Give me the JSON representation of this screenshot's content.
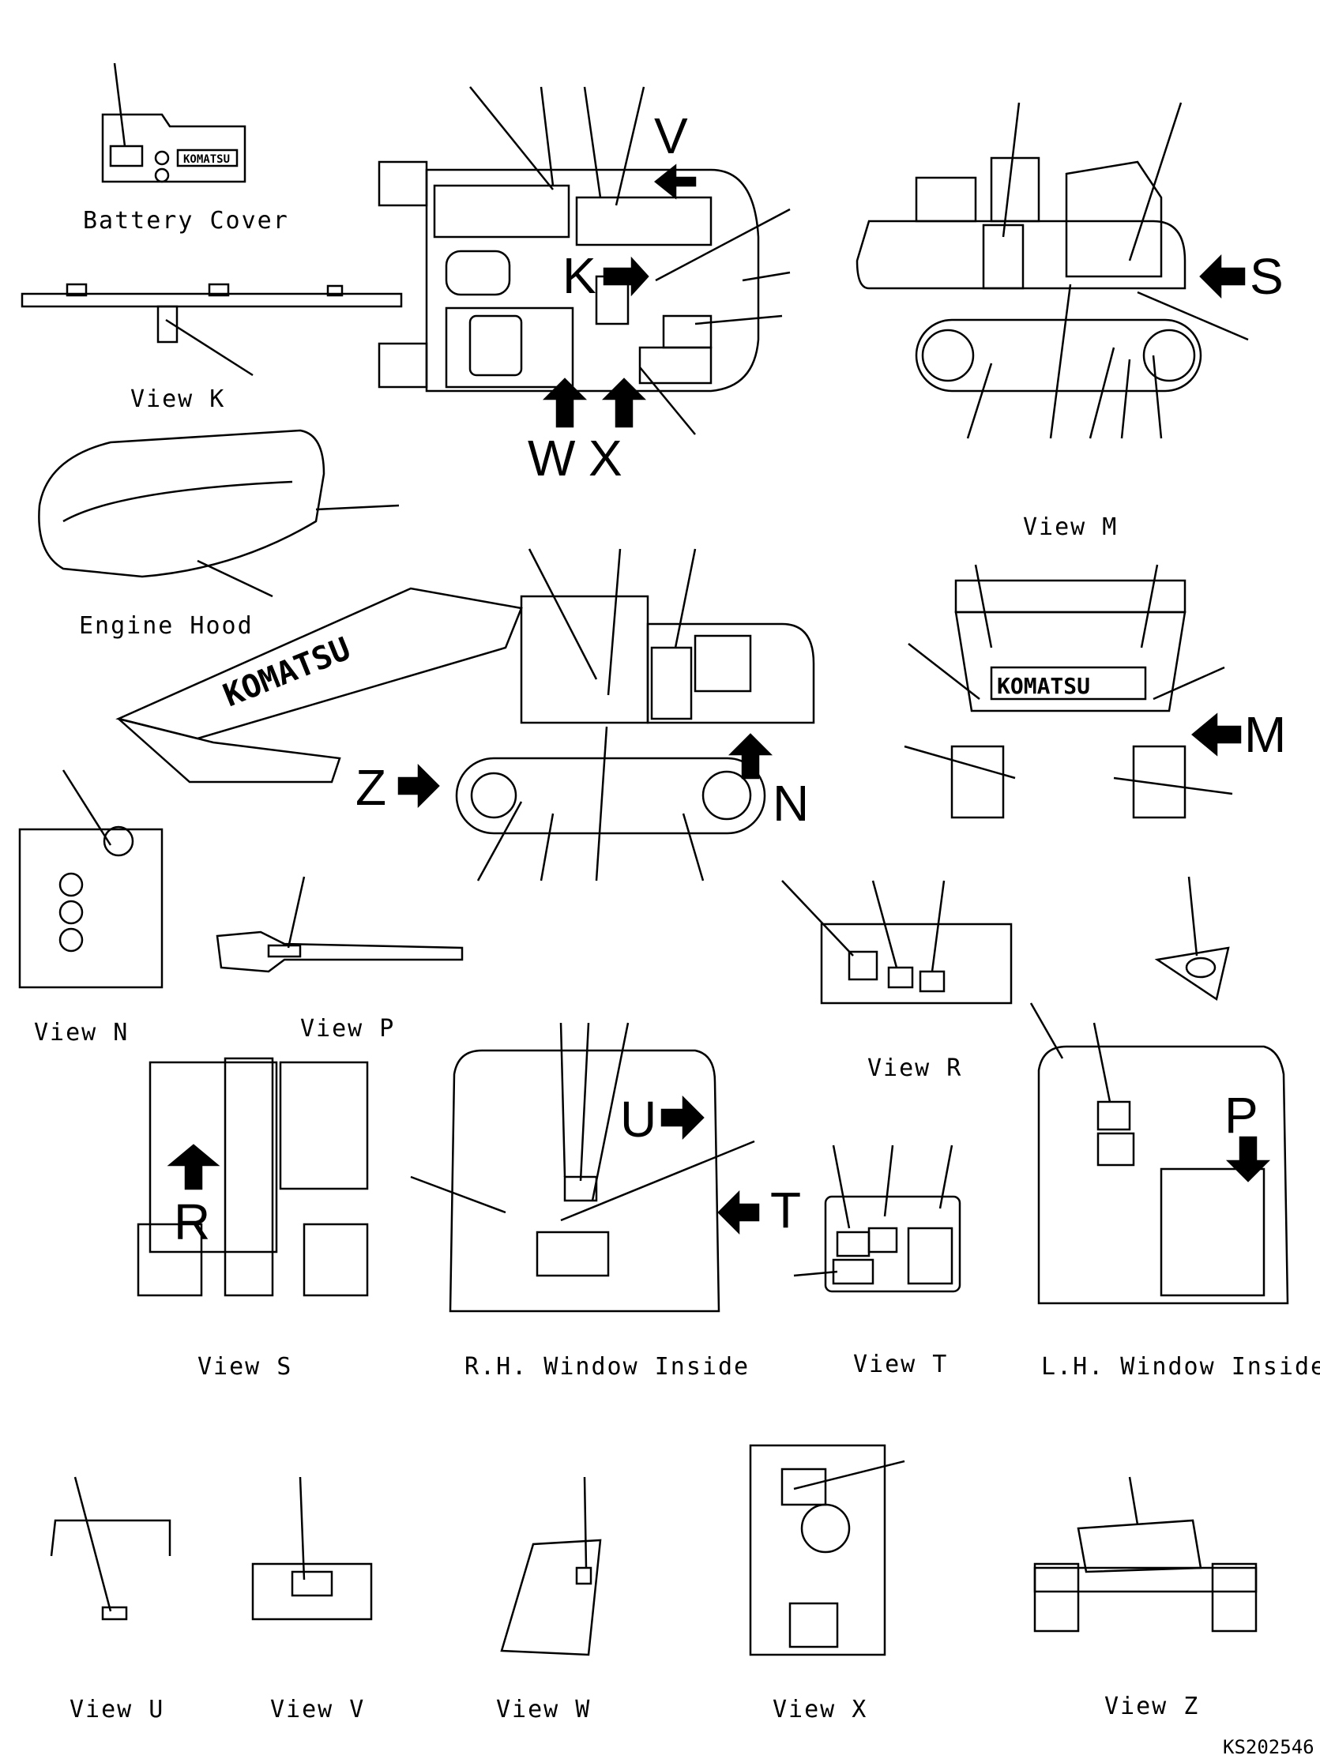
{
  "captions": {
    "battery_cover": "Battery Cover",
    "view_k": "View K",
    "engine_hood": "Engine Hood",
    "view_m": "View M",
    "view_n": "View N",
    "view_p": "View P",
    "view_r": "View R",
    "view_s": "View S",
    "rh_window": "R.H. Window Inside",
    "view_t": "View T",
    "lh_window": "L.H. Window Inside",
    "view_u": "View U",
    "view_v": "View V",
    "view_w": "View W",
    "view_x": "View X",
    "view_z": "View Z"
  },
  "view_letters": {
    "v": "V",
    "k": "K",
    "w": "W",
    "x": "X",
    "s": "S",
    "m": "M",
    "z": "Z",
    "n": "N",
    "u": "U",
    "t": "T",
    "p": "P",
    "r": "R"
  },
  "brand": "KOMATSU",
  "drawing_code": "KS202546"
}
